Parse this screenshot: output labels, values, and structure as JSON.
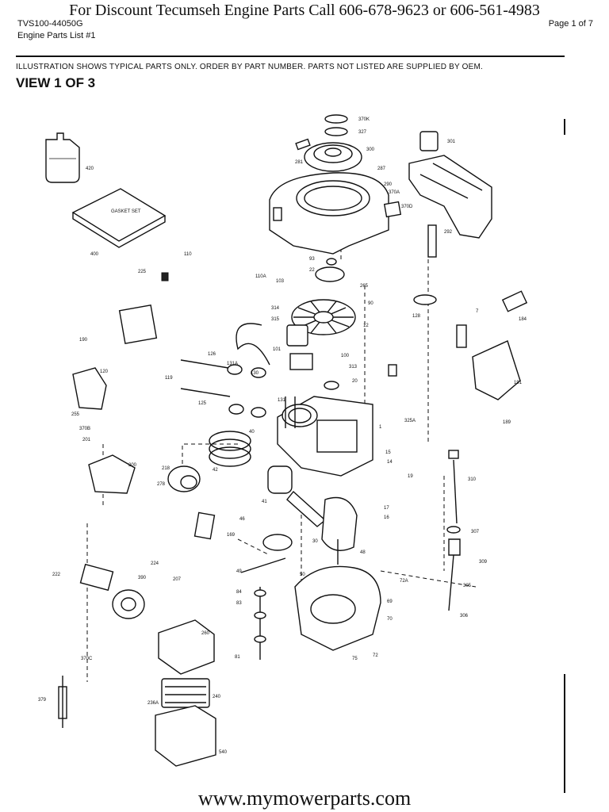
{
  "header": {
    "banner": "For  Discount Tecumseh Engine Parts Call 606-678-9623 or 606-561-4983",
    "model": "TVS100-44050G",
    "parts_list": "Engine Parts List #1",
    "page": "Page 1 of 7"
  },
  "notice": "ILLUSTRATION SHOWS TYPICAL PARTS ONLY. ORDER BY PART NUMBER. PARTS NOT LISTED ARE SUPPLIED BY OEM.",
  "view_title": "VIEW 1 OF 3",
  "kit_label": "GASKET SET",
  "footer": "www.mymowerparts.com",
  "callouts": [
    {
      "id": "c370k",
      "text": "370K"
    },
    {
      "id": "c327",
      "text": "327"
    },
    {
      "id": "c301",
      "text": "301"
    },
    {
      "id": "c300",
      "text": "300"
    },
    {
      "id": "c281",
      "text": "281"
    },
    {
      "id": "c287",
      "text": "287"
    },
    {
      "id": "c420",
      "text": "420"
    },
    {
      "id": "c290",
      "text": "290"
    },
    {
      "id": "c370a",
      "text": "370A"
    },
    {
      "id": "c370d",
      "text": "370D"
    },
    {
      "id": "c400",
      "text": "400"
    },
    {
      "id": "c292",
      "text": "292"
    },
    {
      "id": "c110",
      "text": "110"
    },
    {
      "id": "c110a",
      "text": "110A"
    },
    {
      "id": "c93",
      "text": "93"
    },
    {
      "id": "c22",
      "text": "22"
    },
    {
      "id": "c265",
      "text": "265"
    },
    {
      "id": "c225",
      "text": "225"
    },
    {
      "id": "c103",
      "text": "103"
    },
    {
      "id": "c90",
      "text": "90"
    },
    {
      "id": "c314",
      "text": "314"
    },
    {
      "id": "c315",
      "text": "315"
    },
    {
      "id": "c12",
      "text": "12"
    },
    {
      "id": "c128",
      "text": "128"
    },
    {
      "id": "c7",
      "text": "7"
    },
    {
      "id": "c190",
      "text": "190"
    },
    {
      "id": "c184",
      "text": "184"
    },
    {
      "id": "c120",
      "text": "120"
    },
    {
      "id": "c119",
      "text": "119"
    },
    {
      "id": "c126",
      "text": "126"
    },
    {
      "id": "c131a",
      "text": "131A"
    },
    {
      "id": "c130",
      "text": "130"
    },
    {
      "id": "c101",
      "text": "101"
    },
    {
      "id": "c100",
      "text": "100"
    },
    {
      "id": "c313",
      "text": "313"
    },
    {
      "id": "c20",
      "text": "20"
    },
    {
      "id": "c191",
      "text": "191"
    },
    {
      "id": "c189",
      "text": "189"
    },
    {
      "id": "c255",
      "text": "255"
    },
    {
      "id": "c125",
      "text": "125"
    },
    {
      "id": "c131",
      "text": "131"
    },
    {
      "id": "c40",
      "text": "40"
    },
    {
      "id": "c1",
      "text": "1"
    },
    {
      "id": "c325a",
      "text": "325A"
    },
    {
      "id": "c370b",
      "text": "370B"
    },
    {
      "id": "c201",
      "text": "201"
    },
    {
      "id": "c42",
      "text": "42"
    },
    {
      "id": "c15",
      "text": "15"
    },
    {
      "id": "c14",
      "text": "14"
    },
    {
      "id": "c200",
      "text": "200"
    },
    {
      "id": "c218",
      "text": "218"
    },
    {
      "id": "c19",
      "text": "19"
    },
    {
      "id": "c310",
      "text": "310"
    },
    {
      "id": "c278",
      "text": "278"
    },
    {
      "id": "c41",
      "text": "41"
    },
    {
      "id": "c17",
      "text": "17"
    },
    {
      "id": "c16",
      "text": "16"
    },
    {
      "id": "c46",
      "text": "46"
    },
    {
      "id": "c307",
      "text": "307"
    },
    {
      "id": "c169",
      "text": "169"
    },
    {
      "id": "c30",
      "text": "30"
    },
    {
      "id": "c48",
      "text": "48"
    },
    {
      "id": "c224",
      "text": "224"
    },
    {
      "id": "c49",
      "text": "49"
    },
    {
      "id": "c50",
      "text": "50"
    },
    {
      "id": "c309",
      "text": "309"
    },
    {
      "id": "c222",
      "text": "222"
    },
    {
      "id": "c390",
      "text": "390"
    },
    {
      "id": "c207",
      "text": "207"
    },
    {
      "id": "c72a",
      "text": "72A"
    },
    {
      "id": "c305",
      "text": "305"
    },
    {
      "id": "c84",
      "text": "84"
    },
    {
      "id": "c69",
      "text": "69"
    },
    {
      "id": "c83",
      "text": "83"
    },
    {
      "id": "c70",
      "text": "70"
    },
    {
      "id": "c306",
      "text": "306"
    },
    {
      "id": "c260",
      "text": "260"
    },
    {
      "id": "c72",
      "text": "72"
    },
    {
      "id": "c75",
      "text": "75"
    },
    {
      "id": "c81",
      "text": "81"
    },
    {
      "id": "c370c",
      "text": "370C"
    },
    {
      "id": "c379",
      "text": "379"
    },
    {
      "id": "c240",
      "text": "240"
    },
    {
      "id": "c236a",
      "text": "236A"
    },
    {
      "id": "c540",
      "text": "540"
    }
  ]
}
